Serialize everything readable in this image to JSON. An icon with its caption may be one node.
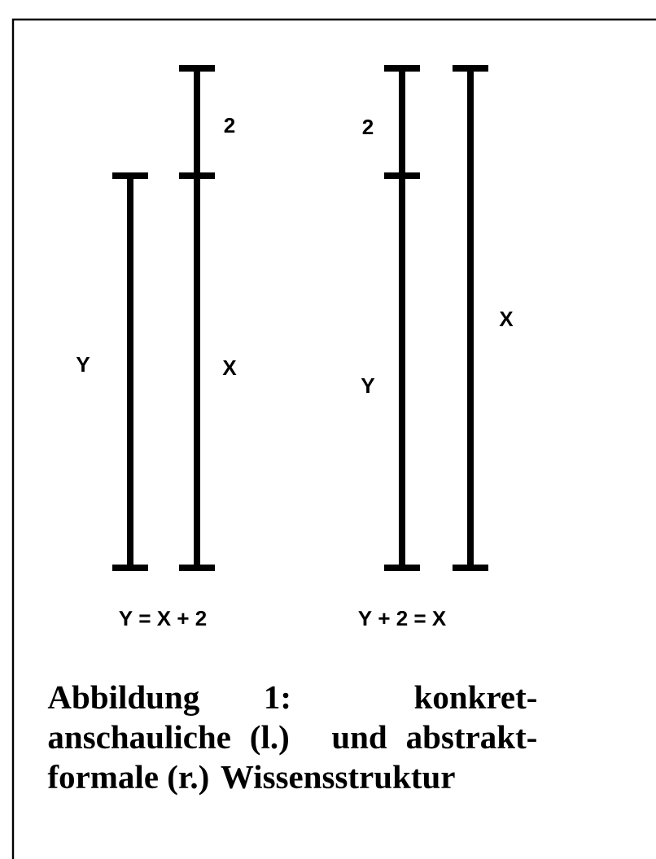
{
  "diagram": {
    "caption": "Abbildung 1: konkret-anschauliche (l.) und abstrakt-formale (r.) Wissensstruktur",
    "labels": [
      "2",
      "2",
      "X",
      "Y",
      "X",
      "Y",
      "Y = X + 2",
      "Y + 2 = X"
    ]
  }
}
